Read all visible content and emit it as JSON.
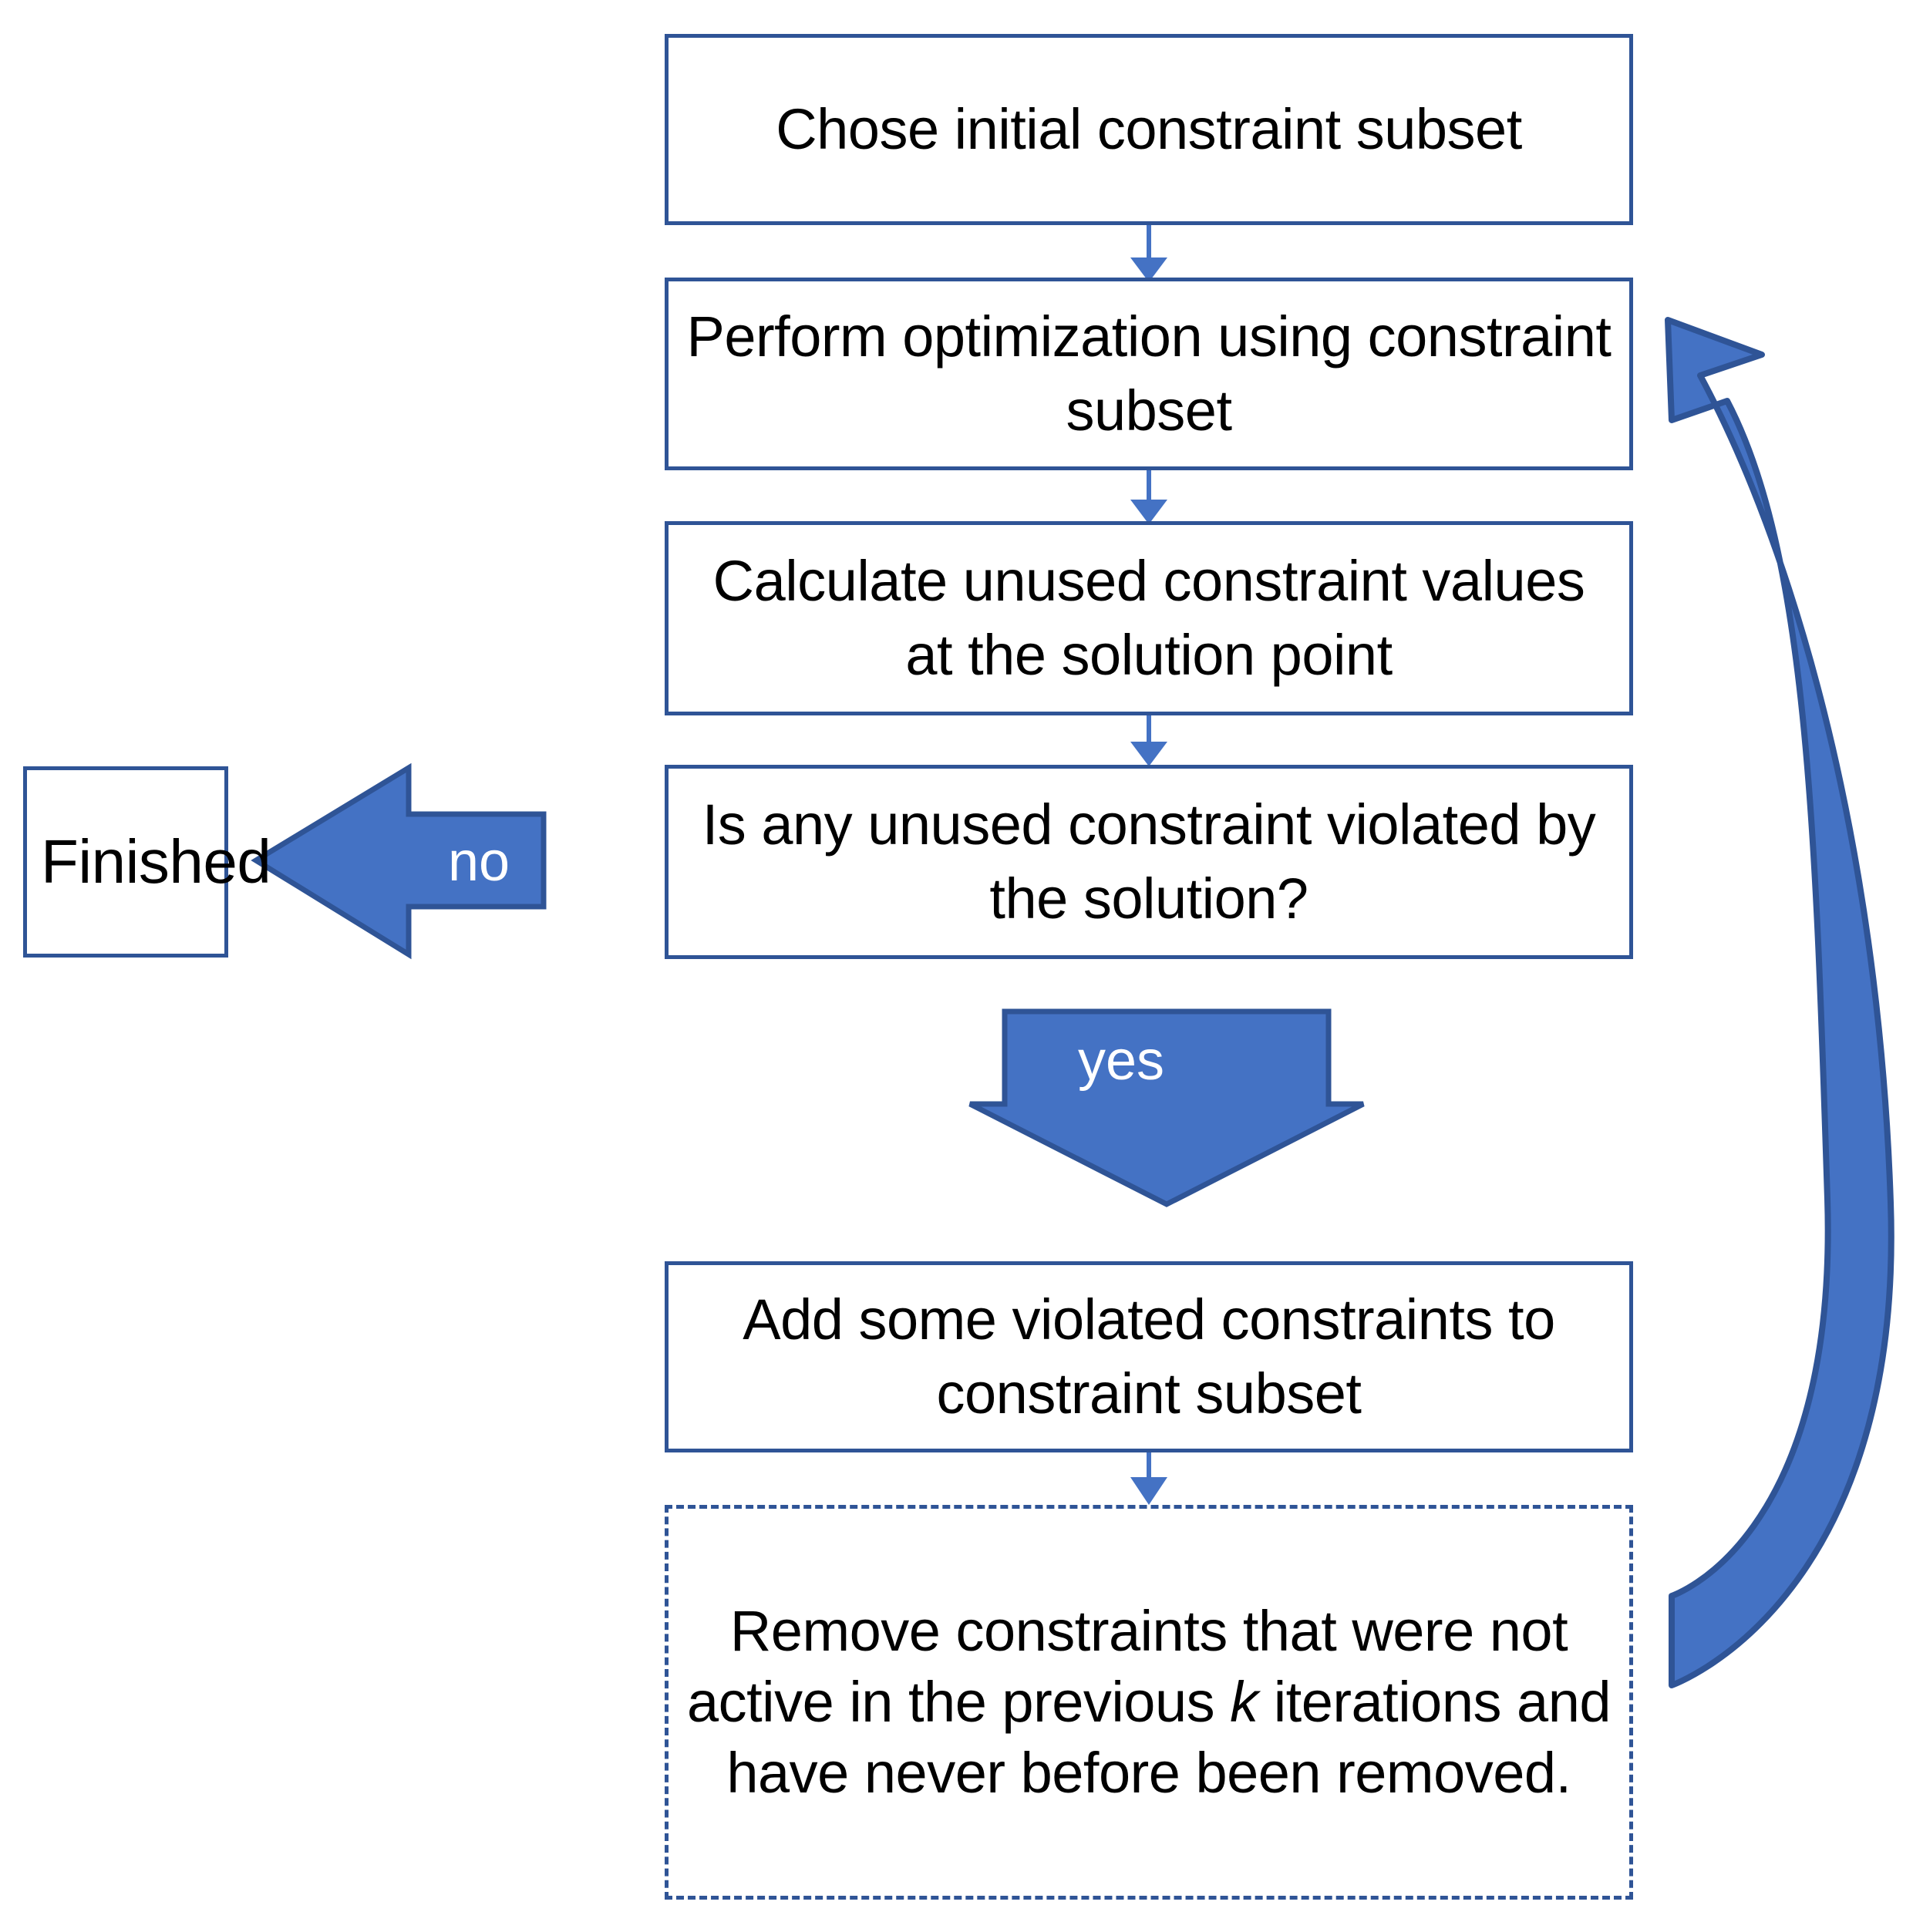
{
  "diagram": {
    "title": "Constraint subset optimization loop flowchart",
    "colors": {
      "box_border": "#2F5496",
      "arrow_fill": "#4472C4",
      "arrow_stroke": "#2F5496",
      "connector": "#4472C4",
      "text": "#000000",
      "arrow_label_text": "#FFFFFF",
      "background": "#FFFFFF"
    },
    "nodes": [
      {
        "id": "choose-initial",
        "text": "Chose initial constraint subset",
        "style": "solid"
      },
      {
        "id": "perform-optimization",
        "text": "Perform optimization using constraint subset",
        "style": "solid"
      },
      {
        "id": "calculate-unused",
        "text": "Calculate unused constraint values at the solution point",
        "style": "solid"
      },
      {
        "id": "decision-violated",
        "text": "Is any unused constraint violated by the solution?",
        "style": "solid"
      },
      {
        "id": "finished",
        "text": "Finished",
        "style": "solid"
      },
      {
        "id": "add-violated",
        "text": "Add some violated constraints to constraint subset",
        "style": "solid"
      },
      {
        "id": "remove-inactive",
        "text_part1": "Remove constraints that were not active in the previous ",
        "text_italic": "k",
        "text_part2": " iterations and have never before been removed.",
        "style": "dashed"
      }
    ],
    "arrow_labels": {
      "no": "no",
      "yes": "yes"
    }
  }
}
